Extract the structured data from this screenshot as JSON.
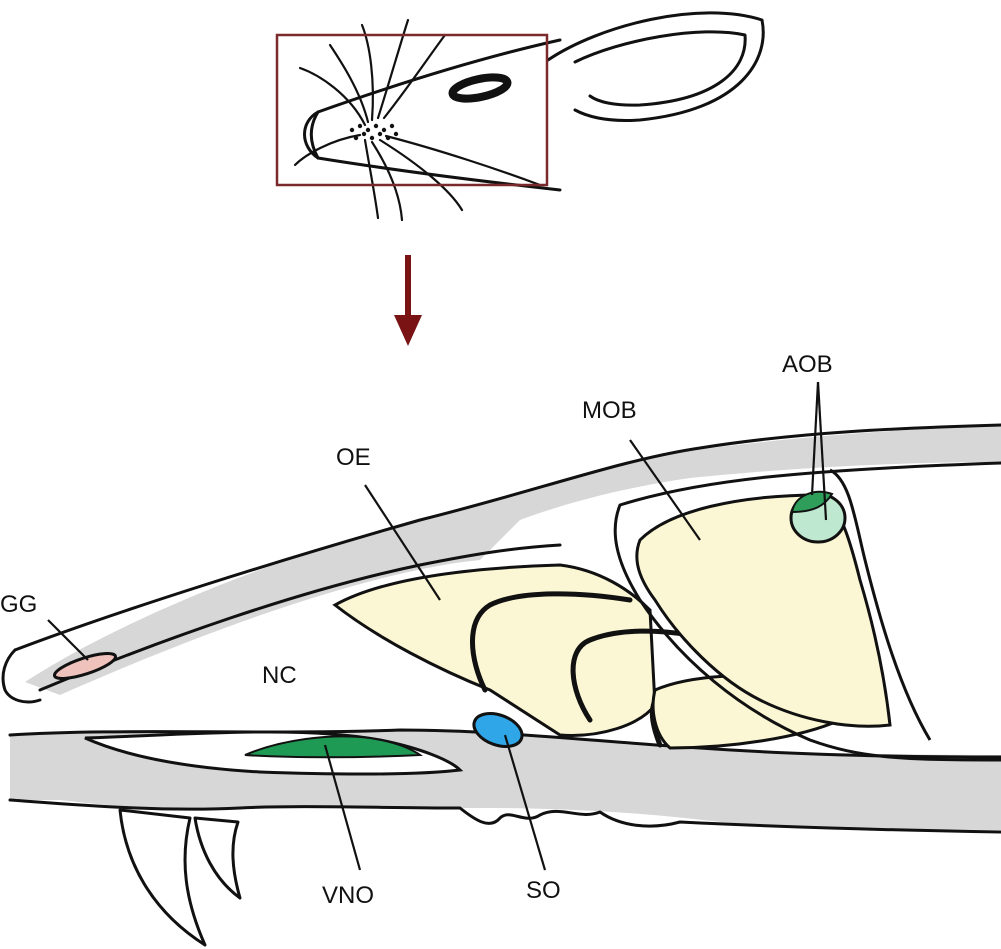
{
  "labels": {
    "gg": "GG",
    "nc": "NC",
    "oe": "OE",
    "mob": "MOB",
    "aob": "AOB",
    "vno": "VNO",
    "so": "SO"
  },
  "colors": {
    "line": "#111111",
    "bone": "#d7d7d7",
    "bulb": "#fbf6d3",
    "vno": "#1f9a55",
    "aob_dark": "#2e9e5a",
    "aob_light": "#bfe8d0",
    "so": "#2ea6e8",
    "gg": "#f0c2bc",
    "inset_box": "#7a2a2a",
    "arrow": "#7a1414"
  }
}
